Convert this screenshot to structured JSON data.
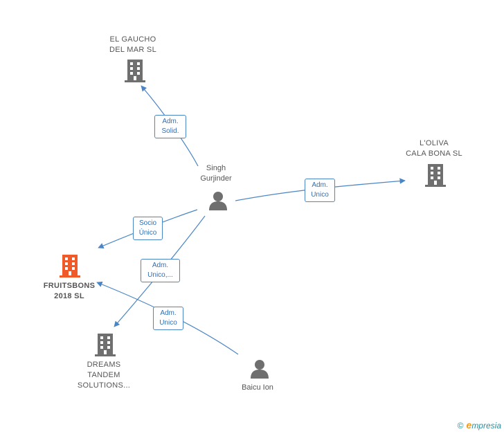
{
  "nodes": {
    "el_gaucho": {
      "label_line1": "EL GAUCHO",
      "label_line2": "DEL MAR  SL",
      "icon": "building-icon",
      "color": "#666666"
    },
    "loliva": {
      "label_line1": "L'OLIVA",
      "label_line2": "CALA BONA SL",
      "icon": "building-icon",
      "color": "#666666"
    },
    "singh": {
      "label_line1": "Singh",
      "label_line2": "Gurjinder",
      "icon": "person-icon",
      "color": "#666666"
    },
    "fruitsbons": {
      "label_line1": "FRUITSBONS",
      "label_line2": "2018  SL",
      "icon": "building-icon",
      "color": "#f05a28"
    },
    "dreams": {
      "label_line1": "DREAMS",
      "label_line2": "TANDEM",
      "label_line3": "SOLUTIONS...",
      "icon": "building-icon",
      "color": "#666666"
    },
    "baicu": {
      "label_line1": "Baicu Ion",
      "icon": "person-icon",
      "color": "#666666"
    }
  },
  "edges": {
    "singh_elgaucho": {
      "line1": "Adm.",
      "line2": "Solid."
    },
    "singh_loliva": {
      "line1": "Adm.",
      "line2": "Unico"
    },
    "singh_fruitsbons": {
      "line1": "Socio",
      "line2": "Único"
    },
    "singh_dreams": {
      "line1": "Adm.",
      "line2": "Unico,..."
    },
    "baicu_fruitsbons": {
      "line1": "Adm.",
      "line2": "Unico"
    }
  },
  "colors": {
    "edge": "#4a86c5",
    "company": "#666666",
    "highlight": "#f05a28",
    "person": "#666666"
  },
  "watermark": {
    "symbol": "©",
    "brand_initial": "e",
    "brand_rest": "mpresia"
  }
}
